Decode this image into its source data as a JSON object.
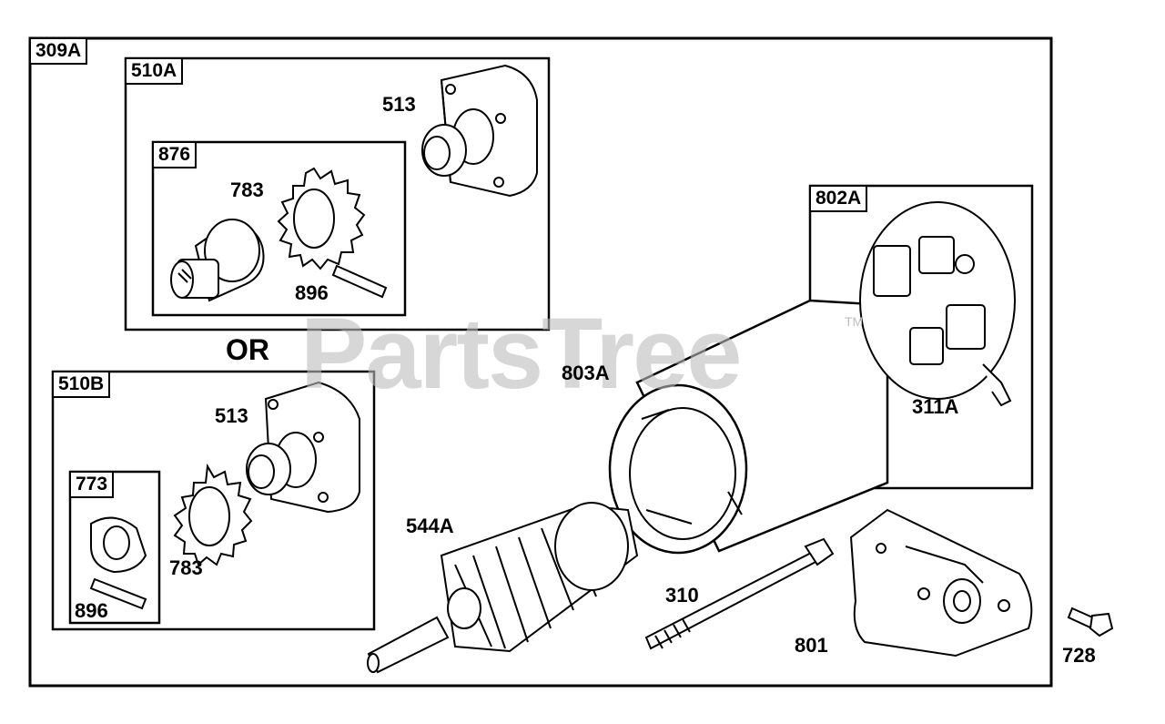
{
  "boxes": {
    "b309a": "309A",
    "b510a": "510A",
    "b876": "876",
    "b510b": "510B",
    "b773": "773",
    "b802a": "802A"
  },
  "parts": {
    "p513_top": "513",
    "p783_top": "783",
    "p896_top": "896",
    "p513_mid": "513",
    "p783_mid": "783",
    "p896_mid": "896",
    "p803a": "803A",
    "p311a": "311A",
    "p544a": "544A",
    "p310": "310",
    "p801": "801",
    "p728": "728"
  },
  "or_text": "OR",
  "watermark": {
    "text": "PartsTree",
    "tm": "TM"
  },
  "colors": {
    "line": "#000000",
    "watermark": "#bdbdbd",
    "background": "#ffffff"
  }
}
